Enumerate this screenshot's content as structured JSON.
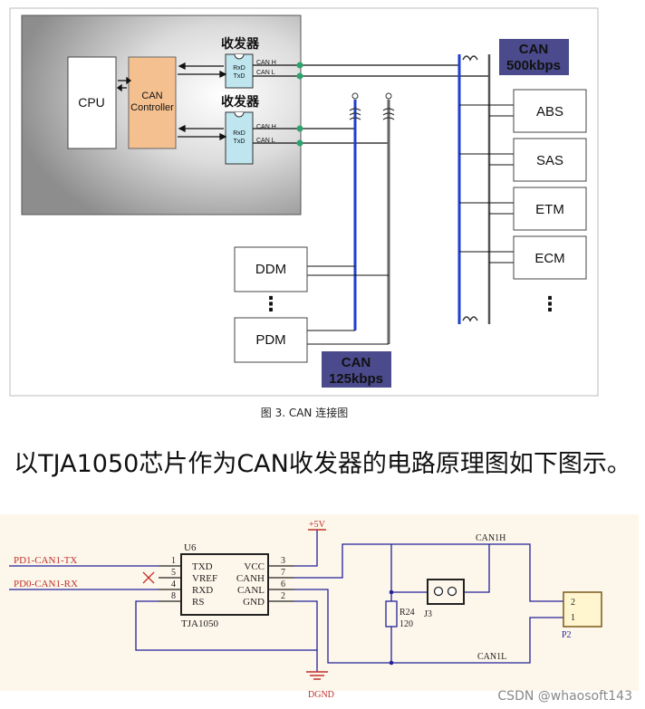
{
  "diagram1": {
    "cpu_label": "CPU",
    "can_controller": [
      "CAN",
      "Controller"
    ],
    "transceiver_label": "收发器",
    "transceiver_label_2": "收发器",
    "rxd": "RxD",
    "txd": "TxD",
    "can_h": "CAN H",
    "can_l": "CAN L",
    "bus_high": [
      "CAN",
      "500kbps"
    ],
    "bus_low": [
      "CAN",
      "125kbps"
    ],
    "ecus_right": [
      "ABS",
      "SAS",
      "ETM",
      "ECM"
    ],
    "ecus_left": [
      "DDM",
      "PDM"
    ],
    "dots": "⋮",
    "caption": "图 3.   CAN 连接图"
  },
  "sentence": "以TJA1050芯片作为CAN收发器的电路原理图如下图示。",
  "schematic": {
    "chip_ref": "U6",
    "chip_name": "TJA1050",
    "left_pins": [
      {
        "num": "1",
        "name": "TXD"
      },
      {
        "num": "5",
        "name": "VREF"
      },
      {
        "num": "4",
        "name": "RXD"
      },
      {
        "num": "8",
        "name": "RS"
      }
    ],
    "right_pins": [
      {
        "num": "3",
        "name": "VCC"
      },
      {
        "num": "7",
        "name": "CANH"
      },
      {
        "num": "6",
        "name": "CANL"
      },
      {
        "num": "2",
        "name": "GND"
      }
    ],
    "net_tx": "PD1-CAN1-TX",
    "net_rx": "PD0-CAN1-RX",
    "power": "+5V",
    "ground": "DGND",
    "resistor_ref": "R24",
    "resistor_val": "120",
    "jumper_ref": "J3",
    "canh_net": "CAN1H",
    "canl_net": "CAN1L",
    "connector_ref": "P2",
    "connector_pins": [
      "2",
      "1"
    ]
  },
  "watermark": "CSDN @whaosoft143",
  "colors": {
    "bus_blue": "#1f3fd1",
    "bus_gray": "#666666",
    "controller": "#f5c08f",
    "transceiver": "#bfe6ef",
    "label_bg": "#4a4a8c",
    "schematic_bg": "#fdf6ea",
    "wire_blue": "#22229a",
    "net_red": "#c0302a",
    "gnd_red": "#c0302a"
  }
}
